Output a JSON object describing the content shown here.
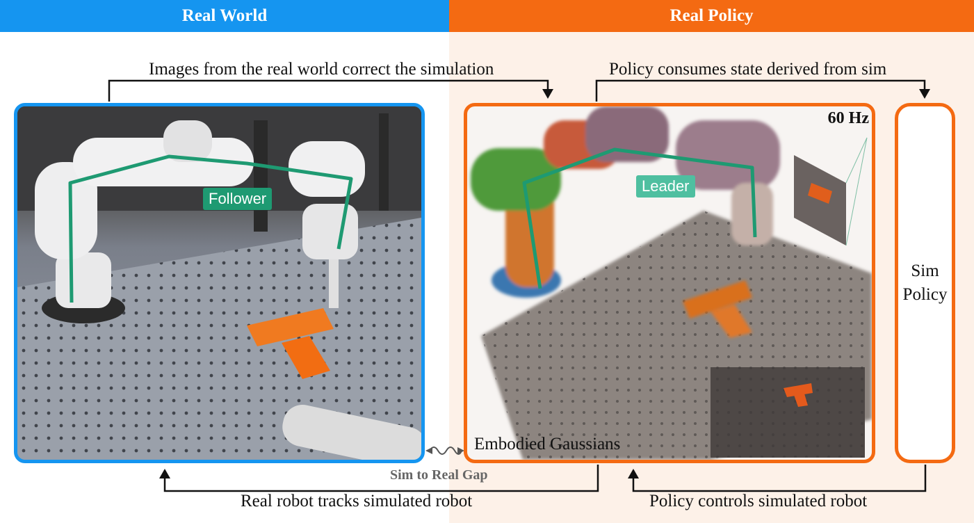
{
  "header": {
    "left_title": "Real World",
    "right_title": "Real Policy"
  },
  "labels": {
    "top_left": "Images from the real world correct the simulation",
    "top_right": "Policy consumes state derived from sim",
    "bottom_left": "Real robot tracks simulated robot",
    "bottom_right": "Policy controls simulated robot",
    "gap": "Sim to Real Gap"
  },
  "real_panel": {
    "robot_tag": "Follower"
  },
  "sim_panel": {
    "robot_tag": "Leader",
    "rate": "60 Hz",
    "caption": "Embodied Gaussians"
  },
  "policy_box": {
    "line1": "Sim",
    "line2": "Policy"
  },
  "colors": {
    "blue": "#1595f0",
    "orange": "#f46a12",
    "green": "#1e9a72",
    "green_light": "#4fbfa0"
  }
}
